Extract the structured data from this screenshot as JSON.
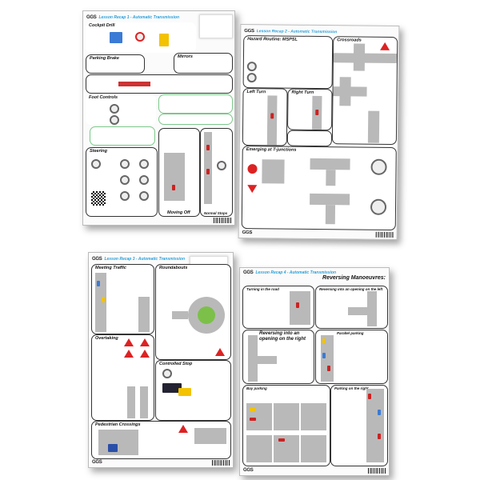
{
  "brand": {
    "logo": "GGS",
    "accent": "#2a9fd8"
  },
  "sheets": [
    {
      "title": "Lesson Recap 1 - Automatic Transmission",
      "panels": [
        "Cockpit Drill",
        "Parking Brake",
        "Mirrors",
        "Foot Controls",
        "Steering",
        "Moving Off",
        "Normal Stops"
      ]
    },
    {
      "title": "Lesson Recap 2 - Automatic Transmission",
      "panels": [
        "Hazard Routine: MSPSL",
        "Crossroads",
        "Left Turn",
        "Right Turn",
        "Emerging at T-junctions"
      ]
    },
    {
      "title": "Lesson Recap 3 - Automatic Transmission",
      "panels": [
        "Meeting Traffic",
        "Roundabouts",
        "Overtaking",
        "Controlled Stop",
        "Pedestrian Crossings"
      ]
    },
    {
      "title": "Lesson Recap 4 - Automatic Transmission",
      "subtitle": "Reversing Manoeuvres:",
      "panels": [
        "Turning in the road",
        "Reversing into an opening on the left",
        "Reversing into an opening on the right",
        "Parallel parking",
        "Bay parking",
        "Parking on the right"
      ]
    }
  ]
}
